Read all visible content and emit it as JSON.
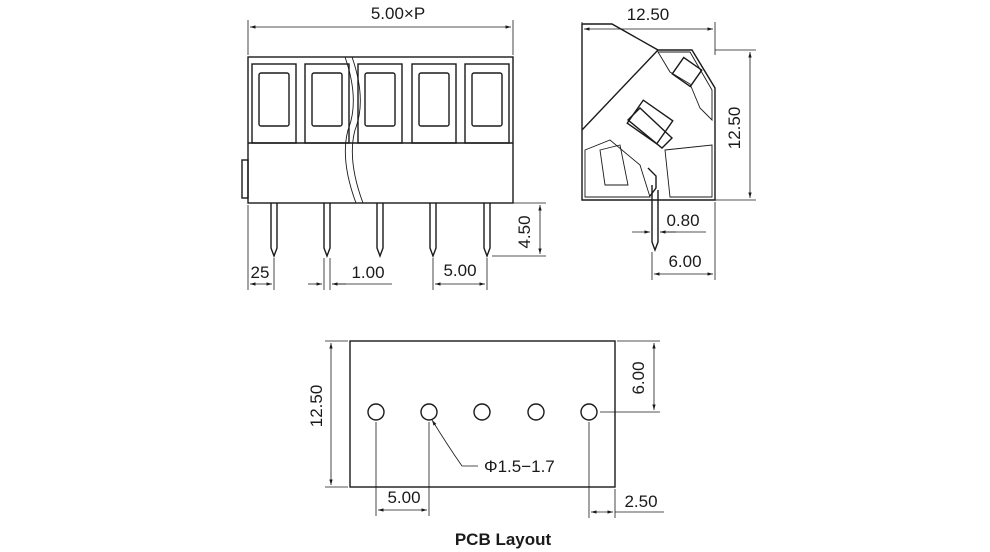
{
  "front_view": {
    "overall_width_label": "5.00×P",
    "pin_height_label": "4.50",
    "edge_offset_label": "25",
    "pin_width_label": "1.00",
    "pitch_label": "5.00"
  },
  "side_view": {
    "width_label": "12.50",
    "height_label": "12.50",
    "pin_thickness_label": "0.80",
    "pin_offset_label": "6.00"
  },
  "pcb_layout": {
    "title": "PCB Layout",
    "height_label": "12.50",
    "hole_offset_label": "6.00",
    "hole_diameter_label": "Φ1.5−1.7",
    "pitch_label": "5.00",
    "edge_offset_label": "2.50",
    "hole_count": 5
  },
  "colors": {
    "line": "#1a1a1a",
    "background": "#ffffff"
  }
}
